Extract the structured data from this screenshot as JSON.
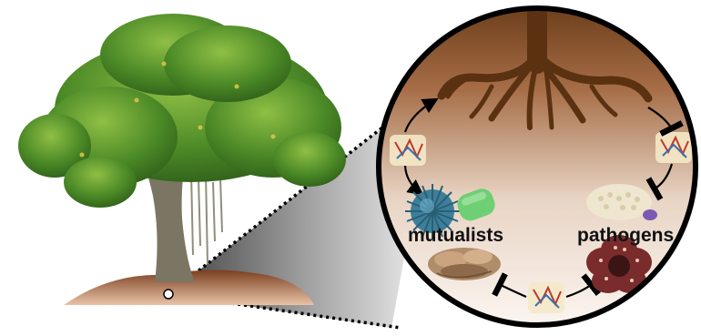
{
  "labels": {
    "mutualists": "mutualists",
    "pathogens": "pathogens"
  },
  "colors": {
    "soil_dark": "#6e3f1c",
    "soil_light": "#f6ebe2",
    "mound": "#8a4a24",
    "root": "#5a3211",
    "foliage": "#3f7a22",
    "trunk": "#7b7663",
    "ring": "#000000",
    "mutualist_blue": "#3d7f9a",
    "mutualist_green": "#6fcf74",
    "pathogen_cream": "#efe6cf",
    "pathogen_maroon": "#7a2b2b"
  },
  "icons": [
    "tree-illustration",
    "root-system",
    "molecule-icon",
    "spiky-microbe-icon",
    "rod-bacterium-icon",
    "mushroom-cluster-icon",
    "coral-fungus-icon",
    "rafflesia-flower-icon"
  ]
}
